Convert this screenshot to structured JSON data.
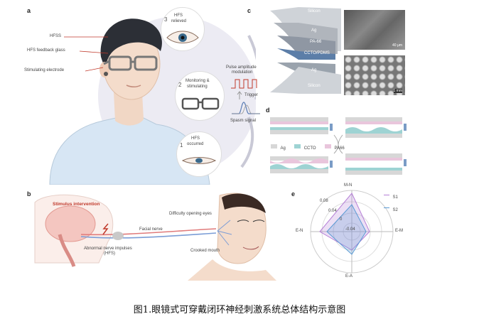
{
  "panel_a": {
    "letter": "a",
    "labels": [
      "HFSS",
      "HFS feedback glass",
      "Stimulating electrode"
    ],
    "steps": [
      {
        "num": "3",
        "text_l1": "HFS",
        "text_l2": "relieved"
      },
      {
        "num": "2",
        "text_l1": "Monitoring &",
        "text_l2": "stimulating"
      },
      {
        "num": "1",
        "text_l1": "HFS",
        "text_l2": "occurred"
      }
    ],
    "pulse_label_l1": "Pulse amplitude",
    "pulse_label_l2": "modulation",
    "trigger": "Trigger",
    "spasm": "Spasm signal"
  },
  "panel_b": {
    "letter": "b",
    "stimulus": "Stimulus intervention",
    "facial_nerve": "Facial nerve",
    "difficulty": "Difficulty opening eyes",
    "abnormal_l1": "Abnormal nerve impulses",
    "abnormal_l2": "(HFS)",
    "crooked": "Crooked mouth"
  },
  "panel_c": {
    "letter": "c",
    "layers": [
      "Silicon",
      "Ag",
      "PA-66",
      "CCTO/PDMS",
      "Ag",
      "Silicon"
    ],
    "scale1": "40 μm",
    "scale2": "1 mm"
  },
  "panel_d": {
    "letter": "d",
    "legend": [
      "Ag",
      "CCTO",
      "PA66"
    ]
  },
  "panel_e": {
    "letter": "e",
    "axes": [
      "M-N",
      "E-M",
      "E-A",
      "E-N"
    ],
    "ticks": [
      "0.08",
      "0.04",
      "0",
      "-0.04"
    ],
    "legend": [
      "S1",
      "S2"
    ]
  },
  "caption": "图1.眼镜式可穿戴闭环神经刺激系统总体结构示意图",
  "colors": {
    "accent_red": "#c0392b",
    "purple": "#b57fd6",
    "blue": "#5b9bd5",
    "teal": "#7ec8c8",
    "gray": "#8a8a8a"
  }
}
